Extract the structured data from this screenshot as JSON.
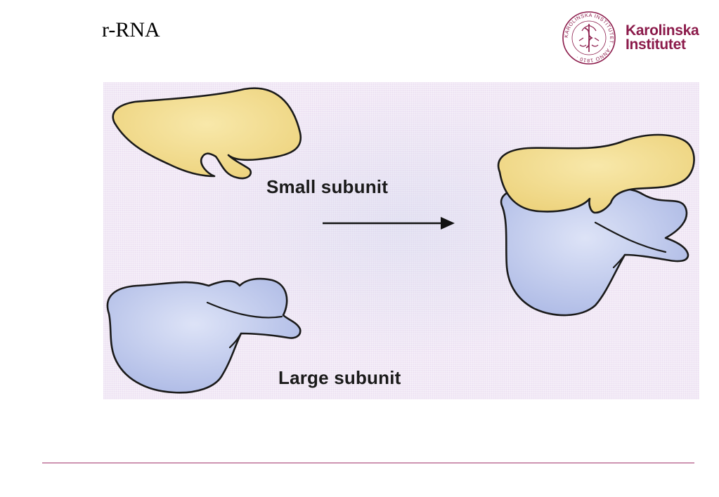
{
  "slide": {
    "title": "r-RNA"
  },
  "logo": {
    "line1": "Karolinska",
    "line2": "Institutet",
    "seal_text": "KAROLINSKA INSTITUTET · ANNO 1810",
    "color": "#8b1a4a"
  },
  "figure": {
    "small_subunit_label": "Small subunit",
    "large_subunit_label": "Large subunit",
    "colors": {
      "small_subunit": "#f2d98a",
      "large_subunit": "#c3cdee",
      "outline": "#1a1a1a",
      "background": "#f2e9f6"
    }
  },
  "footer": {
    "line_color": "#a0336a"
  }
}
